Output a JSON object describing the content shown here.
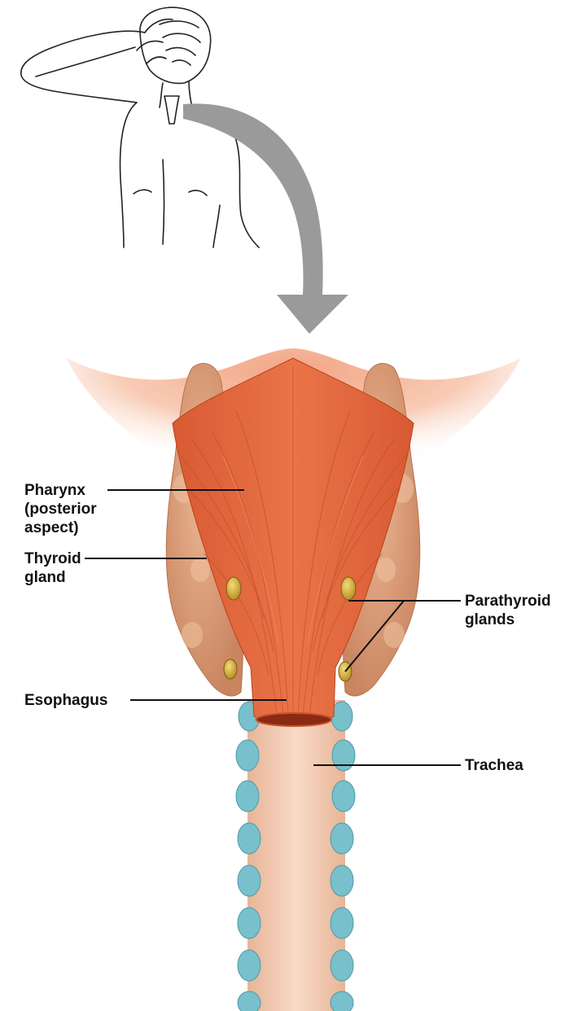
{
  "figure": {
    "labels": {
      "pharynx": [
        "Pharynx",
        "(posterior",
        "aspect)"
      ],
      "thyroid": [
        "Thyroid",
        "gland"
      ],
      "esophagus": [
        "Esophagus"
      ],
      "parathyroid": [
        "Parathyroid",
        "glands"
      ],
      "trachea": [
        "Trachea"
      ]
    },
    "colors": {
      "muscle": "#e0623a",
      "muscle_dark": "#c4451f",
      "thyroid": "#d99872",
      "parathyroid": "#d8b43a",
      "cartilage": "#78c0cc",
      "trachea": "#f1c9ae",
      "arrow": "#9a9a9a",
      "leader": "#111111"
    }
  }
}
